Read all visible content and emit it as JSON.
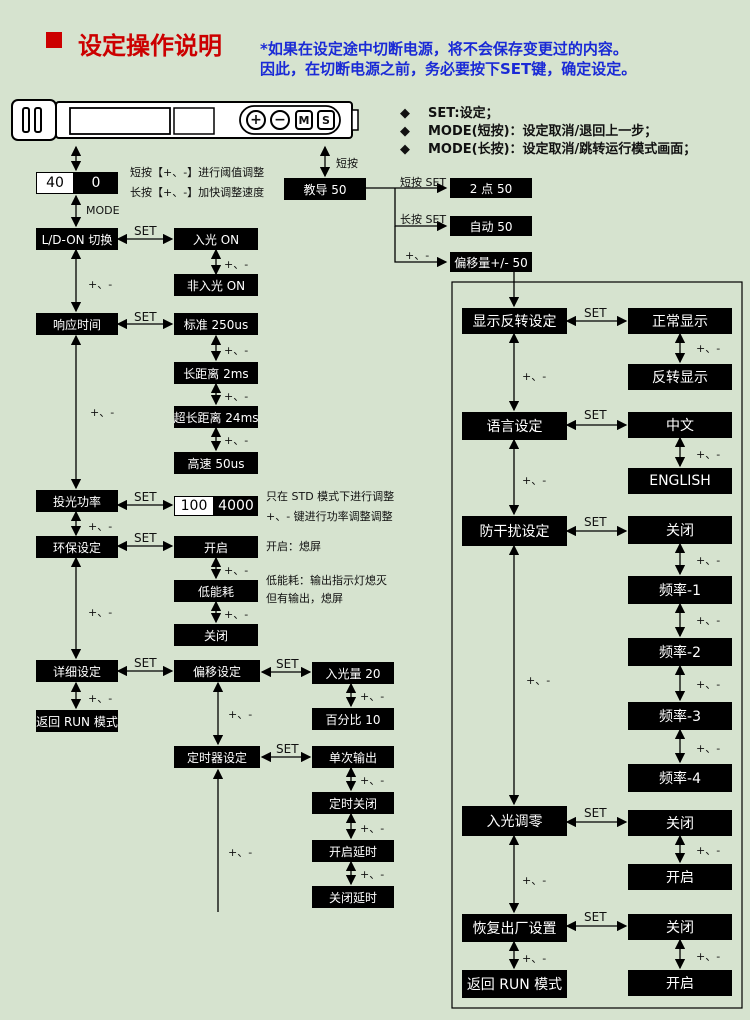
{
  "header": {
    "title": "设定操作说明",
    "warning_line1": "*如果在设定途中切断电源，将不会保存变更过的内容。",
    "warning_line2": "因此，在切断电源之前，务必要按下SET键，确定设定。"
  },
  "legend": [
    "SET:设定；",
    "MODE(短按)：设定取消/退回上一步；",
    "MODE(长按)：设定取消/跳转运行模式画面；"
  ],
  "device": {
    "btn_plus": "+",
    "btn_minus": "−",
    "btn_m": "M",
    "btn_s": "S"
  },
  "display": {
    "left": "40",
    "right": "0"
  },
  "notes": {
    "short_press": "短按【+、-】进行阈值调整",
    "long_press": "长按【+、-】加快调整速度",
    "mode": "MODE",
    "short": "短按",
    "std_only": "只在 STD 模式下进行调整",
    "power_adjust": "+、- 键进行功率调整调整",
    "on_note": "开启：熄屏",
    "low_note1": "低能耗：输出指示灯熄灭",
    "low_note2": "但有输出，熄屏"
  },
  "labels": {
    "set": "SET",
    "pm": "+、-",
    "short_set": "短按 SET",
    "long_set": "长按 SET"
  },
  "teach": {
    "main": "教导    50",
    "two_point": "2 点      50",
    "auto": "自动     50",
    "offset": "偏移量+/-   50"
  },
  "left_col": {
    "ld_on": "L/D-ON 切换",
    "response": "响应时间",
    "power": "投光功率",
    "eco": "环保设定",
    "detail": "详细设定",
    "return_run": "返回 RUN 模式"
  },
  "ld_opts": [
    "入光 ON",
    "非入光 ON"
  ],
  "resp_opts": [
    "标准  250us",
    "长距离  2ms",
    "超长距离  24ms",
    "高速  50us"
  ],
  "power_vals": {
    "left": "100",
    "right": "4000"
  },
  "eco_opts": [
    "开启",
    "低能耗",
    "关闭"
  ],
  "detail_sub": {
    "offset": "偏移设定",
    "timer": "定时器设定"
  },
  "offset_opts": [
    "入光量     20",
    "百分比     10"
  ],
  "timer_opts": [
    "单次输出",
    "定时关闭",
    "开启延时",
    "关闭延时"
  ],
  "right_panel": {
    "display_flip": "显示反转设定",
    "flip_opts": [
      "正常显示",
      "反转显示"
    ],
    "language": "语言设定",
    "lang_opts": [
      "中文",
      "ENGLISH"
    ],
    "anti": "防干扰设定",
    "anti_opts": [
      "关闭",
      "频率-1",
      "频率-2",
      "频率-3",
      "频率-4"
    ],
    "zero": "入光调零",
    "zero_opts": [
      "关闭",
      "开启"
    ],
    "factory": "恢复出厂设置",
    "factory_opts": [
      "关闭",
      "开启"
    ],
    "return_run": "返回 RUN 模式"
  }
}
